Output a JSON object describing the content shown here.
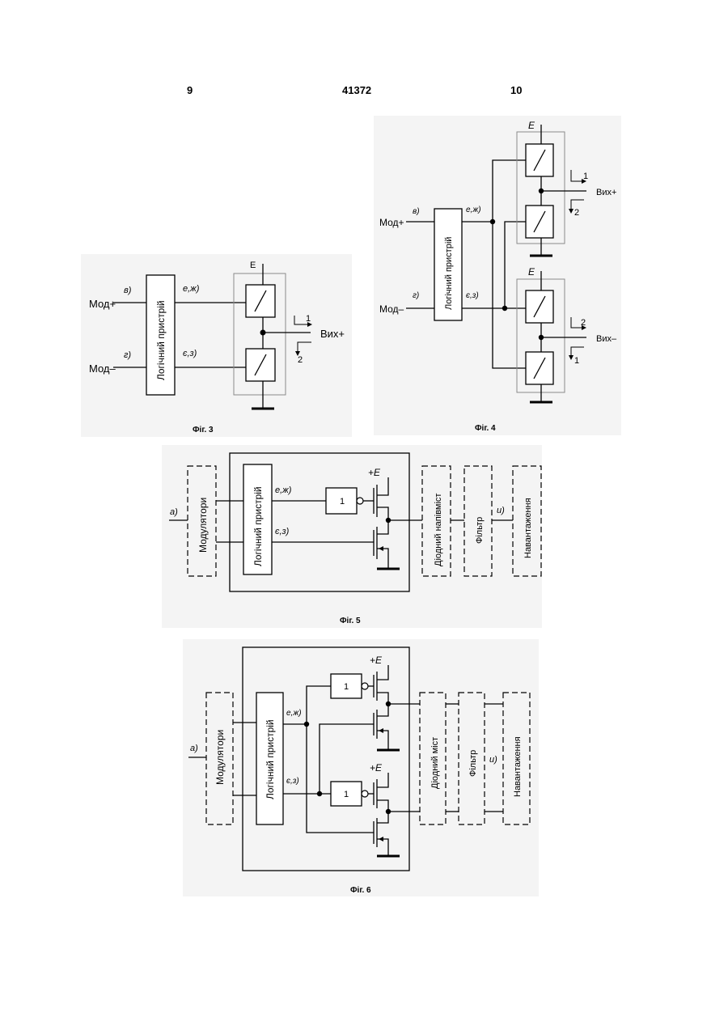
{
  "header": {
    "page_left": "9",
    "patent_number": "41372",
    "page_right": "10"
  },
  "fig3": {
    "caption": "Фіг. 3",
    "logic_label": "Логічний пристрій",
    "input_plus": "Мод+",
    "input_minus": "Мод–",
    "label_v": "в)",
    "label_g": "г)",
    "label_ezh": "е,ж)",
    "label_ez": "є,з)",
    "supply": "E",
    "output": "Вих+",
    "current_1": "1",
    "current_2": "2"
  },
  "fig4": {
    "caption": "Фіг. 4",
    "logic_label": "Логічний пристрій",
    "input_plus": "Мод+",
    "input_minus": "Мод–",
    "label_v": "в)",
    "label_g": "г)",
    "label_ezh": "е,ж)",
    "label_ez": "є,з)",
    "supply_top": "E",
    "supply_bottom": "E",
    "output_plus": "Вих+",
    "output_minus": "Вих–",
    "top_current_1": "1",
    "top_current_2": "2",
    "bottom_current_2": "2",
    "bottom_current_1": "1"
  },
  "fig5": {
    "caption": "Фіг. 5",
    "modulators": "Модулятори",
    "logic_label": "Логічний пристрій",
    "bridge": "Діодний напівміст",
    "filter": "Фільтр",
    "load": "Навантаження",
    "label_a": "а)",
    "label_ezh": "е,ж)",
    "label_ez": "є,з)",
    "label_i": "и)",
    "supply": "+E",
    "inverter": "1"
  },
  "fig6": {
    "caption": "Фіг. 6",
    "modulators": "Модулятори",
    "logic_label": "Логічний пристрій",
    "bridge": "Діодний міст",
    "filter": "Фільтр",
    "load": "Навантаження",
    "label_a": "а)",
    "label_ezh": "е,ж)",
    "label_ez": "є,з)",
    "label_i": "и)",
    "supply_top": "+E",
    "supply_bottom": "+E",
    "inverter_top": "1",
    "inverter_bottom": "1"
  }
}
